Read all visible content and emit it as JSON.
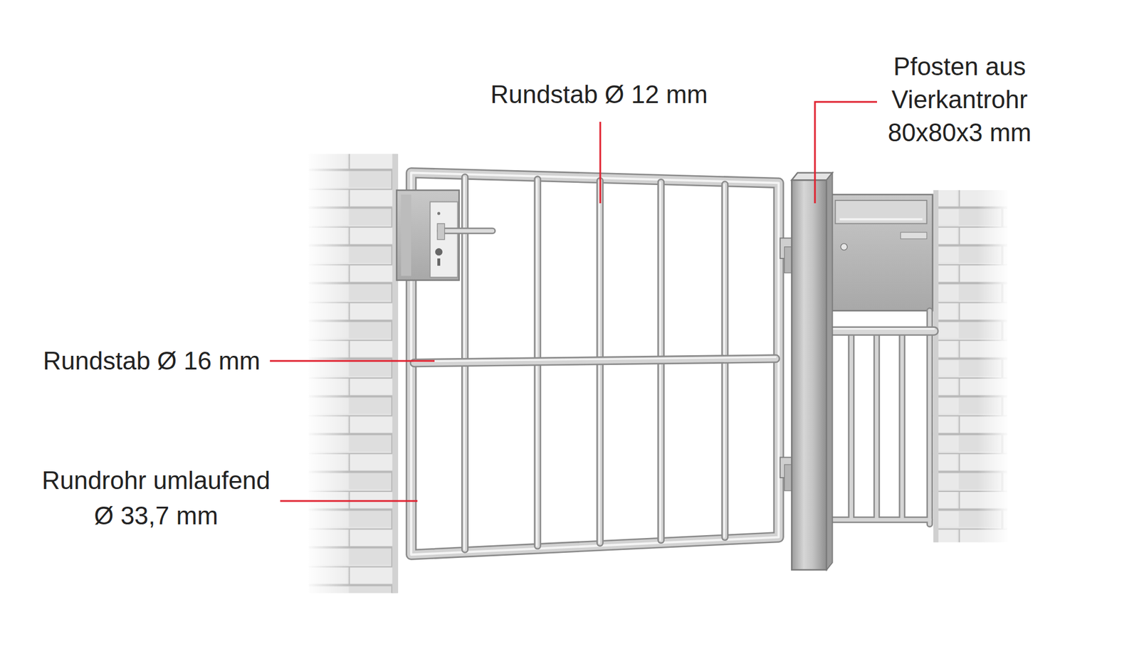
{
  "diagram": {
    "labels": [
      "Rundstab Ø 12 mm",
      "Pfosten aus Vierkantrohr 80x80x3 mm",
      "Rundstab Ø 16 mm",
      "Rundrohr umlaufend Ø 33,7 mm"
    ]
  }
}
